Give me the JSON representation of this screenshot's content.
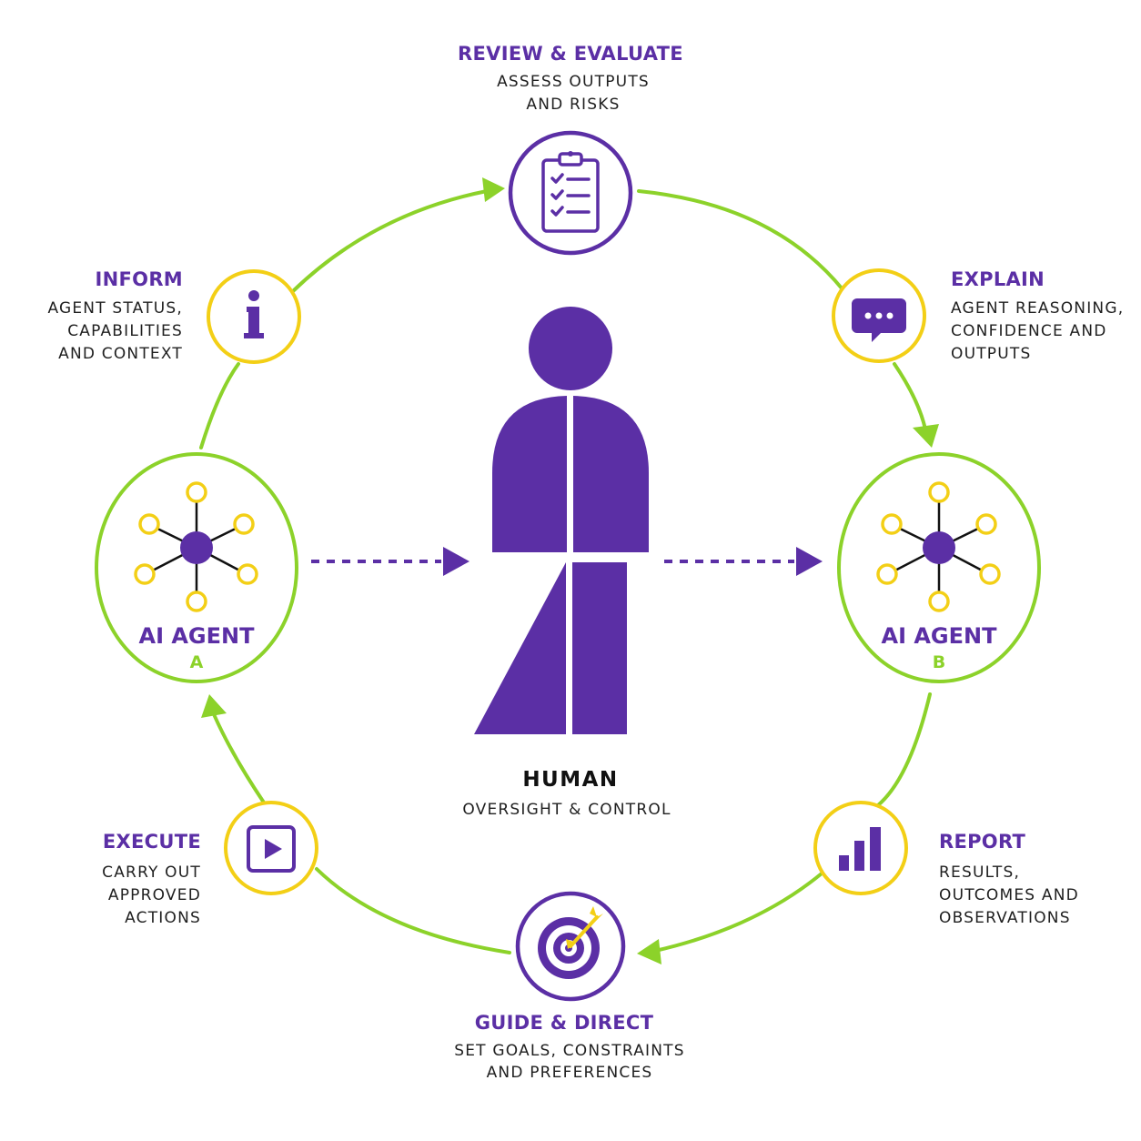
{
  "colors": {
    "purple": "#5b2fa5",
    "green": "#8cd22a",
    "yellow": "#f3cf16",
    "text": "#1f1f1f"
  },
  "center": {
    "title": "HUMAN",
    "subtitle": "OVERSIGHT & CONTROL",
    "icon": "person-icon"
  },
  "agents": [
    {
      "label": "AI AGENT",
      "letter": "A",
      "icon": "network-hub-icon"
    },
    {
      "label": "AI AGENT",
      "letter": "B",
      "icon": "network-hub-icon"
    }
  ],
  "steps": [
    {
      "title": "REVIEW & EVALUATE",
      "lines": [
        "ASSESS OUTPUTS",
        "AND RISKS"
      ],
      "icon": "clipboard-checklist-icon"
    },
    {
      "title": "EXPLAIN",
      "lines": [
        "AGENT REASONING,",
        "CONFIDENCE AND",
        "OUTPUTS"
      ],
      "icon": "chat-bubble-icon"
    },
    {
      "title": "REPORT",
      "lines": [
        "RESULTS,",
        "OUTCOMES AND",
        "OBSERVATIONS"
      ],
      "icon": "bar-chart-icon"
    },
    {
      "title": "GUIDE & DIRECT",
      "lines": [
        "SET GOALS, CONSTRAINTS",
        "AND PREFERENCES"
      ],
      "icon": "target-arrow-icon"
    },
    {
      "title": "EXECUTE",
      "lines": [
        "CARRY OUT",
        "APPROVED",
        "ACTIONS"
      ],
      "icon": "play-button-icon"
    },
    {
      "title": "INFORM",
      "lines": [
        "AGENT STATUS,",
        "CAPABILITIES",
        "AND CONTEXT"
      ],
      "icon": "info-icon"
    }
  ]
}
